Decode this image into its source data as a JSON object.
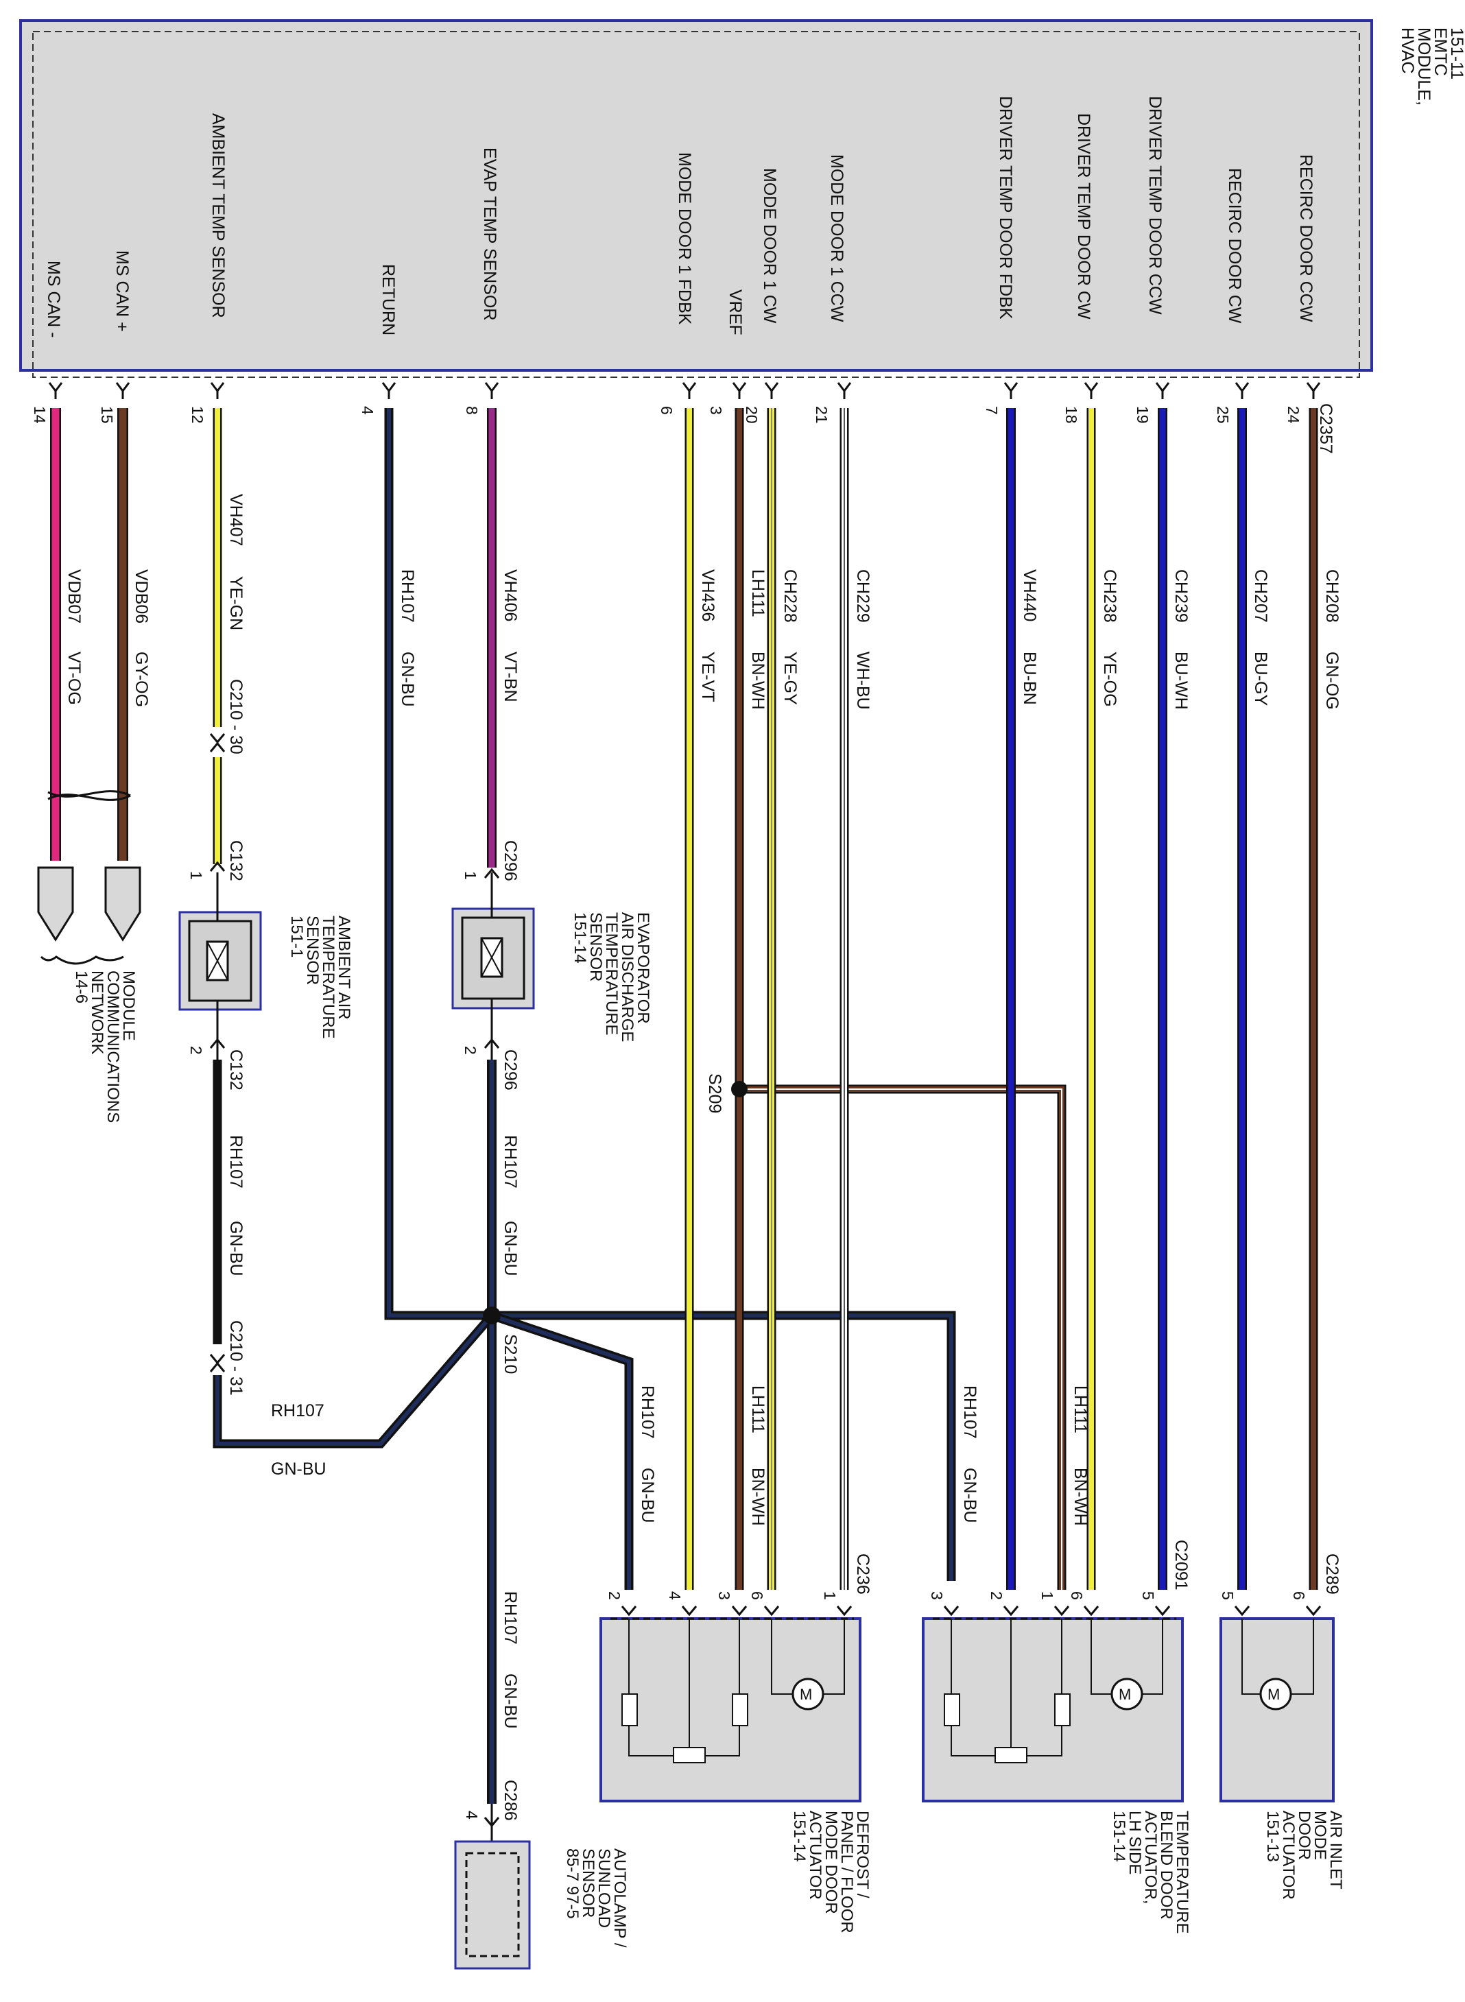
{
  "module": {
    "lines": [
      "HVAC",
      "MODULE,",
      "EMTC",
      "151-11"
    ],
    "connector": "C2357"
  },
  "pins": [
    {
      "func": "MS CAN -",
      "num": "14",
      "circuit": "VDB07",
      "color": "VT-OG"
    },
    {
      "func": "MS CAN +",
      "num": "15",
      "circuit": "VDB06",
      "color": "GY-OG"
    },
    {
      "func": "AMBIENT TEMP SENSOR",
      "num": "12",
      "circuit": "VH407",
      "color": "YE-GN"
    },
    {
      "func": "RETURN",
      "num": "4",
      "circuit": "RH107",
      "color": "GN-BU"
    },
    {
      "func": "EVAP TEMP SENSOR",
      "num": "8",
      "circuit": "VH406",
      "color": "VT-BN"
    },
    {
      "func": "MODE DOOR 1 FDBK",
      "num": "6",
      "circuit": "VH436",
      "color": "YE-VT"
    },
    {
      "func": "VREF",
      "num": "3",
      "circuit": "LH111",
      "color": "BN-WH"
    },
    {
      "func": "MODE DOOR 1 CW",
      "num": "20",
      "circuit": "CH228",
      "color": "YE-GY"
    },
    {
      "func": "MODE DOOR 1 CCW",
      "num": "21",
      "circuit": "CH229",
      "color": "WH-BU"
    },
    {
      "func": "DRIVER TEMP DOOR FDBK",
      "num": "7",
      "circuit": "VH440",
      "color": "BU-BN"
    },
    {
      "func": "DRIVER TEMP DOOR CW",
      "num": "18",
      "circuit": "CH238",
      "color": "YE-OG"
    },
    {
      "func": "DRIVER TEMP DOOR CCW",
      "num": "19",
      "circuit": "CH239",
      "color": "BU-WH"
    },
    {
      "func": "RECIRC DOOR CW",
      "num": "25",
      "circuit": "CH207",
      "color": "BU-GY"
    },
    {
      "func": "RECIRC DOOR CCW",
      "num": "24",
      "circuit": "CH208",
      "color": "GN-OG"
    }
  ],
  "labels": {
    "c210_30": "C210 - 30",
    "c210_31": "C210 - 31",
    "c132": "C132",
    "c296": "C296",
    "c286": "C286",
    "c236": "C236",
    "c2091": "C2091",
    "c289": "C289",
    "s209": "S209",
    "s210": "S210",
    "rh107": "RH107",
    "gn_bu": "GN-BU",
    "lh111": "LH111",
    "bn_wh": "BN-WH",
    "p1": "1",
    "p2": "2",
    "p3": "3",
    "p4": "4",
    "p5": "5",
    "p6": "6"
  },
  "components": {
    "network": [
      "MODULE",
      "COMMUNICATIONS",
      "NETWORK",
      "14-6"
    ],
    "ambient": [
      "AMBIENT AIR",
      "TEMPERATURE",
      "SENSOR",
      "151-1"
    ],
    "evap": [
      "EVAPORATOR",
      "AIR DISCHARGE",
      "TEMPERATURE",
      "SENSOR",
      "151-14"
    ],
    "autolamp": [
      "AUTOLAMP /",
      "SUNLOAD",
      "SENSOR",
      "85-7   97-5"
    ],
    "mode_actuator": [
      "DEFROST /",
      "PANEL / FLOOR",
      "MODE DOOR",
      "ACTUATOR",
      "151-14"
    ],
    "temp_actuator": [
      "TEMPERATURE",
      "BLEND DOOR",
      "ACTUATOR,",
      "LH SIDE",
      "151-14"
    ],
    "air_actuator": [
      "AIR INLET",
      "MODE",
      "DOOR",
      "ACTUATOR",
      "151-13"
    ]
  },
  "colors": {
    "frame": "#2b2fa0",
    "box_fill": "#d8d8d8",
    "black": "#111111",
    "violet": "#e0287e",
    "brown": "#6b3a24",
    "yellow": "#f0ee3a",
    "blue": "#1a1ab8",
    "purple": "#9b2a8c",
    "white": "#ffffff"
  }
}
